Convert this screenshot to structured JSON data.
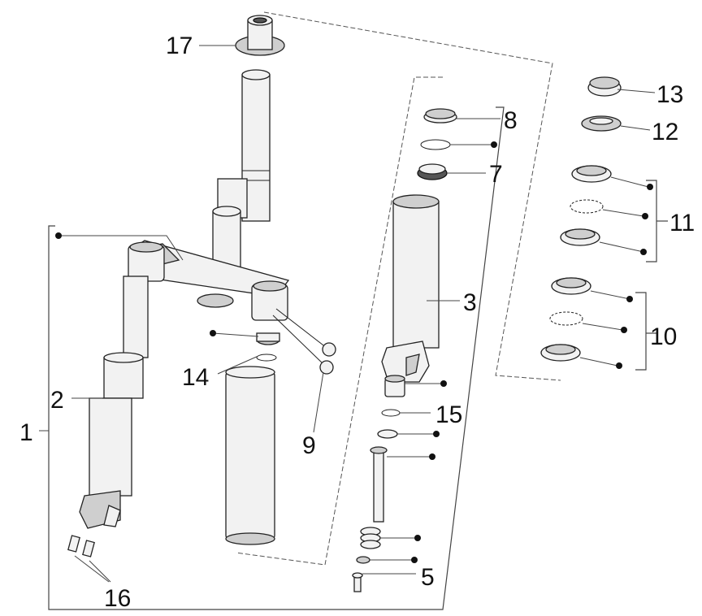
{
  "callouts": {
    "c1": "1",
    "c2": "2",
    "c3": "3",
    "c5": "5",
    "c7": "7",
    "c8": "8",
    "c9": "9",
    "c10": "10",
    "c11": "11",
    "c12": "12",
    "c13": "13",
    "c14": "14",
    "c15": "15",
    "c16": "16",
    "c17": "17"
  }
}
